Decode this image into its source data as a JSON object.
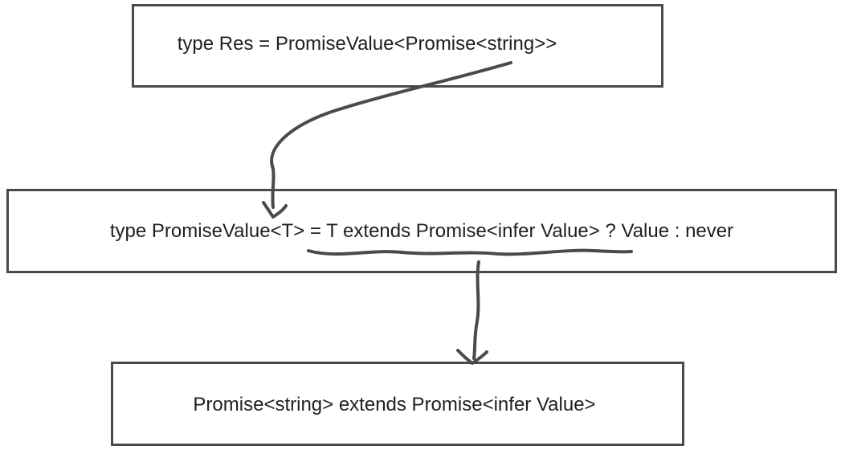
{
  "boxes": {
    "top": "type Res = PromiseValue<Promise<string>>",
    "middle": "type PromiseValue<T> = T extends Promise<infer Value> ? Value : never",
    "bottom": "Promise<string> extends Promise<infer Value>"
  },
  "colors": {
    "stroke": "#4a4a4a",
    "text": "#1f1f1f",
    "background": "#ffffff"
  }
}
